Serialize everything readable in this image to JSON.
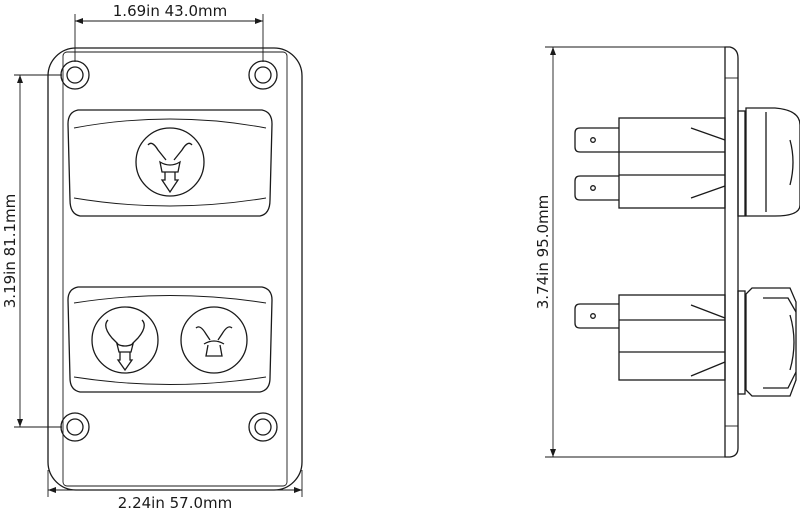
{
  "dimensions": {
    "top_hole_spacing": "1.69in 43.0mm",
    "left_hole_spacing": "3.19in 81.1mm",
    "bottom_width": "2.24in 57.0mm",
    "side_height": "3.74in 95.0mm"
  },
  "icons": {
    "upper_rocker": "pump-out-icon",
    "lower_rocker_left": "flush-drain-icon",
    "lower_rocker_right": "rinse-icon"
  }
}
